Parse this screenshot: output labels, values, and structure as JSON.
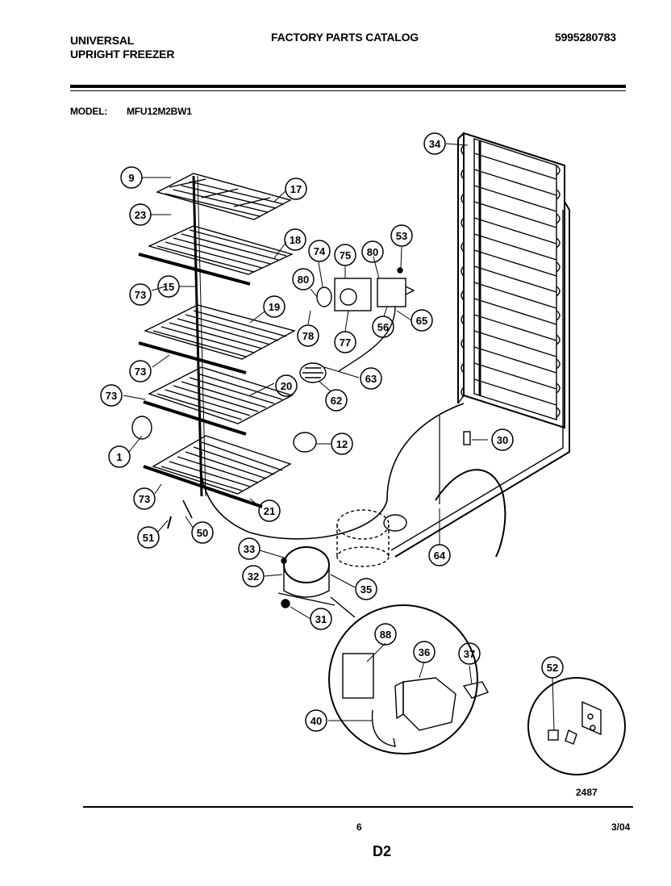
{
  "header": {
    "brand_line1": "UNIVERSAL",
    "brand_line2": "UPRIGHT FREEZER",
    "catalog_title": "FACTORY PARTS CATALOG",
    "part_number": "5995280783"
  },
  "model": {
    "label": "MODEL:",
    "value": "MFU12M2BW1"
  },
  "footer": {
    "diagram_number": "2487",
    "page_number": "6",
    "date": "3/04",
    "section": "D2"
  },
  "callouts": [
    {
      "id": "c9",
      "label": "9"
    },
    {
      "id": "c23",
      "label": "23"
    },
    {
      "id": "c17",
      "label": "17"
    },
    {
      "id": "c18",
      "label": "18"
    },
    {
      "id": "c73a",
      "label": "73"
    },
    {
      "id": "c15",
      "label": "15"
    },
    {
      "id": "c19",
      "label": "19"
    },
    {
      "id": "c73b",
      "label": "73"
    },
    {
      "id": "c73c",
      "label": "73"
    },
    {
      "id": "c20",
      "label": "20"
    },
    {
      "id": "c1",
      "label": "1"
    },
    {
      "id": "c12",
      "label": "12"
    },
    {
      "id": "c73d",
      "label": "73"
    },
    {
      "id": "c21",
      "label": "21"
    },
    {
      "id": "c51",
      "label": "51"
    },
    {
      "id": "c50",
      "label": "50"
    },
    {
      "id": "c74",
      "label": "74"
    },
    {
      "id": "c75",
      "label": "75"
    },
    {
      "id": "c80a",
      "label": "80"
    },
    {
      "id": "c80b",
      "label": "80"
    },
    {
      "id": "c53",
      "label": "53"
    },
    {
      "id": "c78",
      "label": "78"
    },
    {
      "id": "c77",
      "label": "77"
    },
    {
      "id": "c56",
      "label": "56"
    },
    {
      "id": "c65",
      "label": "65"
    },
    {
      "id": "c63",
      "label": "63"
    },
    {
      "id": "c62",
      "label": "62"
    },
    {
      "id": "c34",
      "label": "34"
    },
    {
      "id": "c30",
      "label": "30"
    },
    {
      "id": "c64",
      "label": "64"
    },
    {
      "id": "c33",
      "label": "33"
    },
    {
      "id": "c32",
      "label": "32"
    },
    {
      "id": "c35",
      "label": "35"
    },
    {
      "id": "c31",
      "label": "31"
    },
    {
      "id": "c88",
      "label": "88"
    },
    {
      "id": "c36",
      "label": "36"
    },
    {
      "id": "c37",
      "label": "37"
    },
    {
      "id": "c40",
      "label": "40"
    },
    {
      "id": "c52",
      "label": "52"
    }
  ]
}
